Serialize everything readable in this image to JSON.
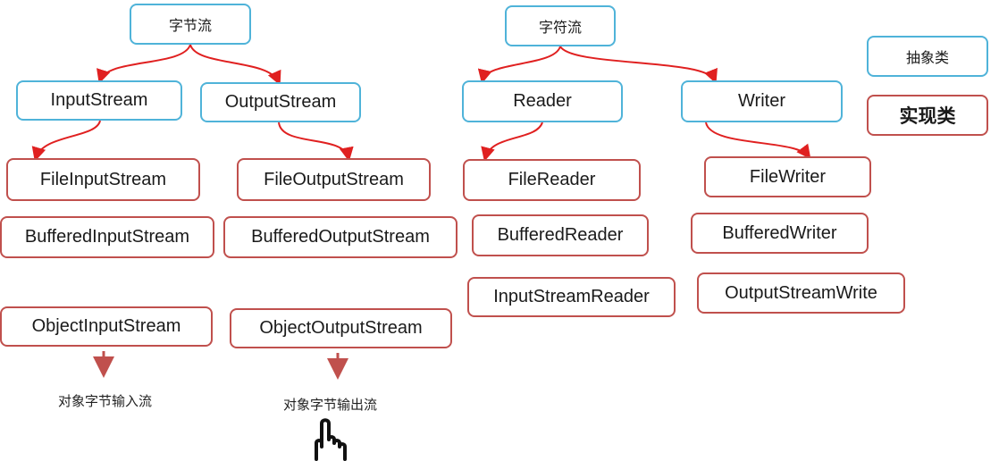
{
  "nodes": {
    "byte_stream": "字节流",
    "char_stream": "字符流",
    "input_stream": "InputStream",
    "output_stream": "OutputStream",
    "reader": "Reader",
    "writer": "Writer",
    "file_input_stream": "FileInputStream",
    "file_output_stream": "FileOutputStream",
    "buffered_input_stream": "BufferedInputStream",
    "buffered_output_stream": "BufferedOutputStream",
    "object_input_stream": "ObjectInputStream",
    "object_output_stream": "ObjectOutputStream",
    "file_reader": "FileReader",
    "buffered_reader": "BufferedReader",
    "input_stream_reader": "InputStreamReader",
    "file_writer": "FileWriter",
    "buffered_writer": "BufferedWriter",
    "output_stream_write": "OutputStreamWrite"
  },
  "legend": {
    "abstract_class": "抽象类",
    "implementation_class": "实现类"
  },
  "captions": {
    "object_byte_input_stream": "对象字节输入流",
    "object_byte_output_stream": "对象字节输出流"
  },
  "colors": {
    "abstract_border": "#4fb3d9",
    "implementation_border": "#c0504d",
    "arrow": "#e02020",
    "down_arrow": "#c0504d"
  },
  "icons": [
    "pointing-hand-cursor-icon"
  ]
}
